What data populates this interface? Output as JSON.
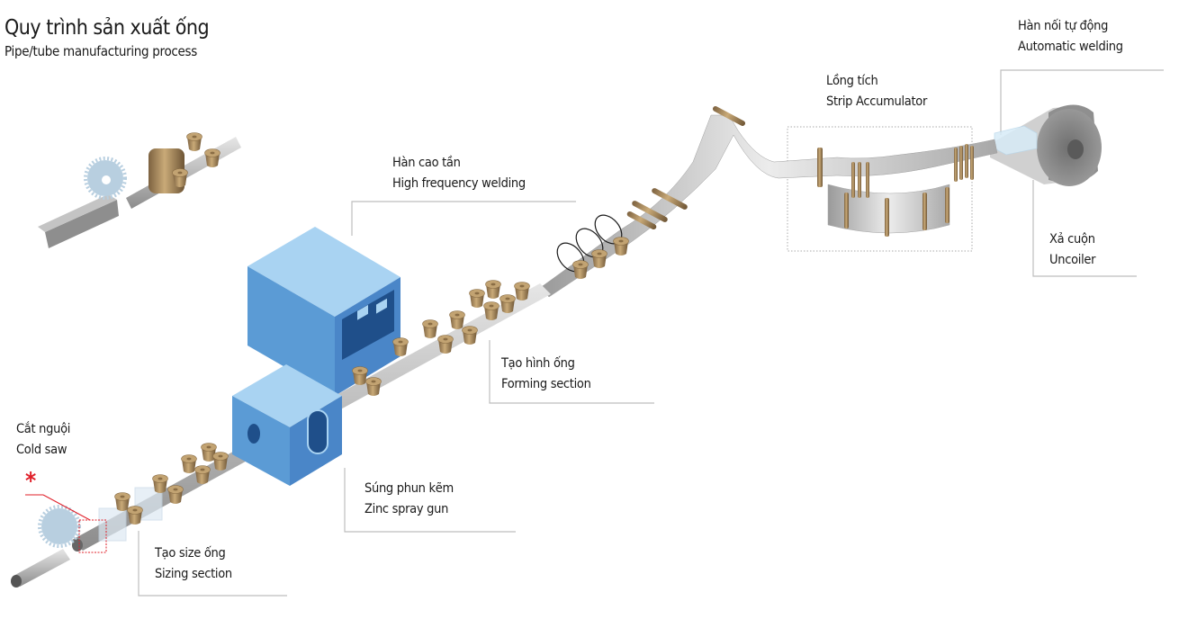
{
  "header": {
    "title": "Quy trình sản xuất ống",
    "subtitle": "Pipe/tube manufacturing process"
  },
  "stages": {
    "automatic_welding": {
      "vi": "Hàn nối tự động",
      "en": "Automatic welding"
    },
    "strip_accumulator": {
      "vi": "Lồng tích",
      "en": "Strip Accumulator"
    },
    "uncoiler": {
      "vi": "Xả cuộn",
      "en": "Uncoiler"
    },
    "hf_welding": {
      "vi": "Hàn cao tần",
      "en": "High frequency welding"
    },
    "forming": {
      "vi": "Tạo hình ống",
      "en": "Forming section"
    },
    "zinc_spray": {
      "vi": "Súng phun kẽm",
      "en": "Zinc spray gun"
    },
    "cold_saw": {
      "vi": "Cắt nguội",
      "en": "Cold saw"
    },
    "sizing": {
      "vi": "Tạo size ống",
      "en": "Sizing section"
    }
  },
  "marker": {
    "symbol": "*"
  },
  "colors": {
    "machine_blue": "#5b9bd5",
    "machine_blue_light": "#a9d3f2",
    "roller_bronze": "#a8895a",
    "steel_grey": "#b8b8b8",
    "marker_red": "#e0202a",
    "leader_grey": "#bdbdbd"
  }
}
